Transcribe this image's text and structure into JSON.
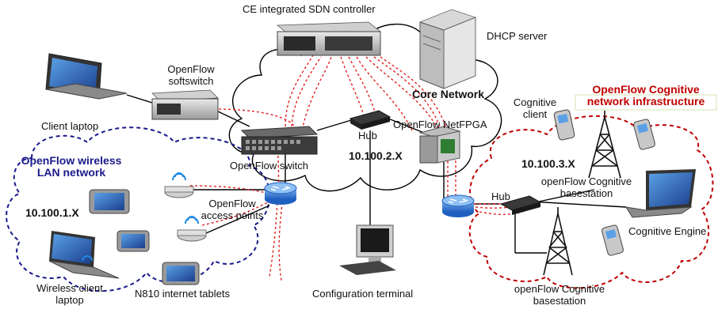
{
  "labels": {
    "ce_controller": "CE integrated SDN controller",
    "dhcp_server": "DHCP server",
    "openflow_softswitch": [
      "OpenFlow",
      "softswitch"
    ],
    "client_laptop": "Client laptop",
    "core_network": "Core Network",
    "cognitive_infra": [
      "OpenFlow Cognitive",
      "network infrastructure"
    ],
    "cognitive_client": [
      "Cognitive",
      "client"
    ],
    "hub_core": "Hub",
    "openflow_netfpga": "OpenFlow NetFPGA",
    "openflow_switch": "OpenFlow switch",
    "subnet_core": "10.100.2.X",
    "wlan_network": [
      "OpenFlow wireless",
      "LAN network"
    ],
    "subnet_wlan": "10.100.1.X",
    "openflow_access_points": [
      "OpenFlow",
      "access points"
    ],
    "subnet_cognitive": "10.100.3.X",
    "basestation_top": [
      "openFlow Cognitive",
      "basestation"
    ],
    "hub_cognitive": "Hub",
    "cognitive_engine": "Cognitive Engine",
    "wireless_client_laptop": [
      "Wireless client",
      "laptop"
    ],
    "n810_tablets": "N810 internet tablets",
    "configuration_terminal": "Configuration terminal",
    "basestation_bottom": [
      "openFlow Cognitive",
      "basestation"
    ]
  },
  "colors": {
    "wlan_cloud_border": "#1a1a8c",
    "cognitive_cloud_border": "#c00000",
    "openflow_path": "#e0201e",
    "wlan_label": "#1a1a8c",
    "cognitive_label": "#c00000",
    "router": "#2a6fd1"
  }
}
